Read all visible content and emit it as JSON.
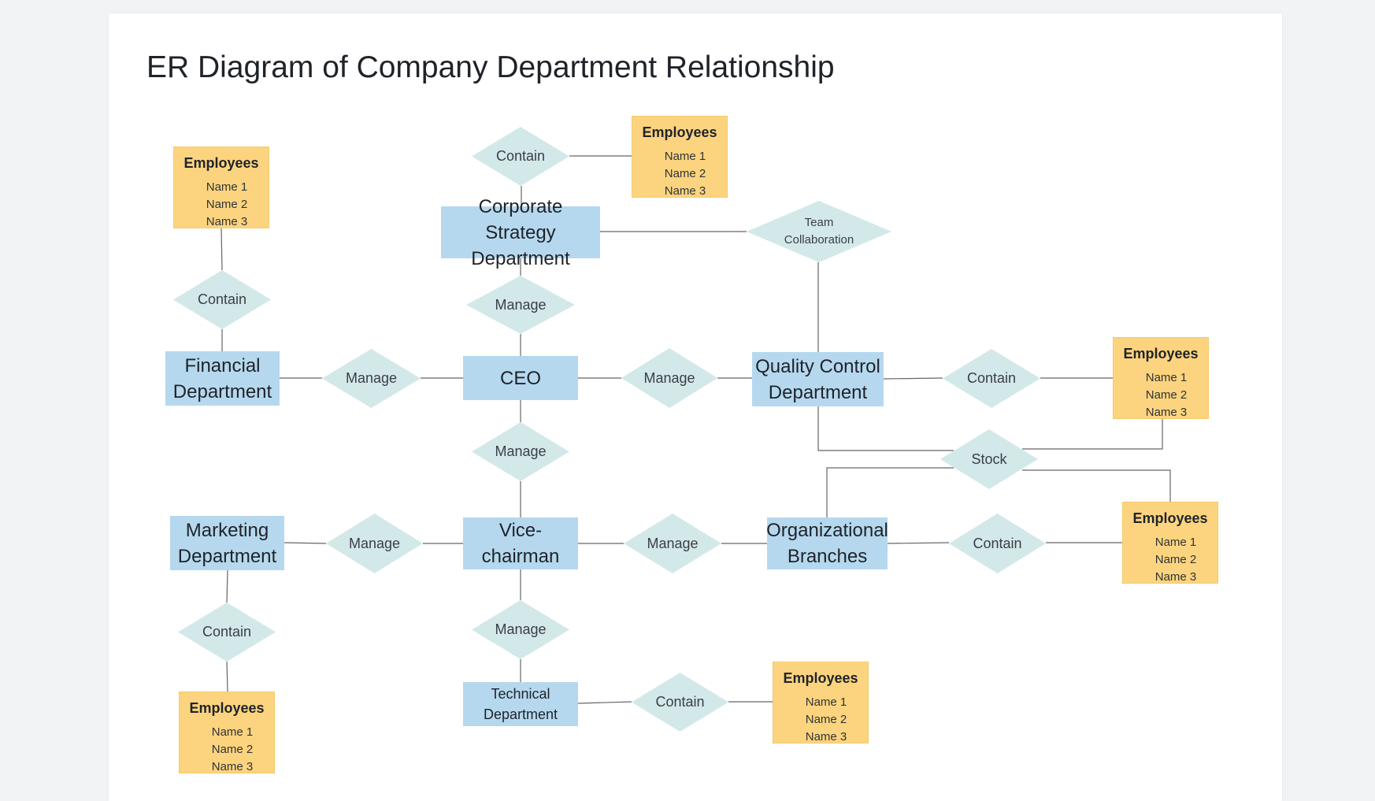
{
  "title": "ER Diagram of Company Department Relationship",
  "entities": {
    "corporate_strategy": [
      "Corporate Strategy",
      "Department"
    ],
    "financial": [
      "Financial",
      "Department"
    ],
    "ceo": [
      "CEO"
    ],
    "quality_control": [
      "Quality Control",
      "Department"
    ],
    "marketing": [
      "Marketing",
      "Department"
    ],
    "vice_chairman": [
      "Vice-",
      "chairman"
    ],
    "organizational_branches": [
      "Organizational",
      "Branches"
    ],
    "technical": [
      "Technical",
      "Department"
    ]
  },
  "relationships": {
    "contain": "Contain",
    "manage": "Manage",
    "stock": "Stock",
    "team_collaboration": [
      "Team",
      "Collaboration"
    ]
  },
  "attribute_group": {
    "heading": "Employees",
    "items": [
      "Name 1",
      "Name 2",
      "Name 3"
    ]
  },
  "colors": {
    "entity_fill": "#b5d8ee",
    "relationship_fill": "#d3e8e9",
    "attribute_fill": "#fcd47f"
  }
}
